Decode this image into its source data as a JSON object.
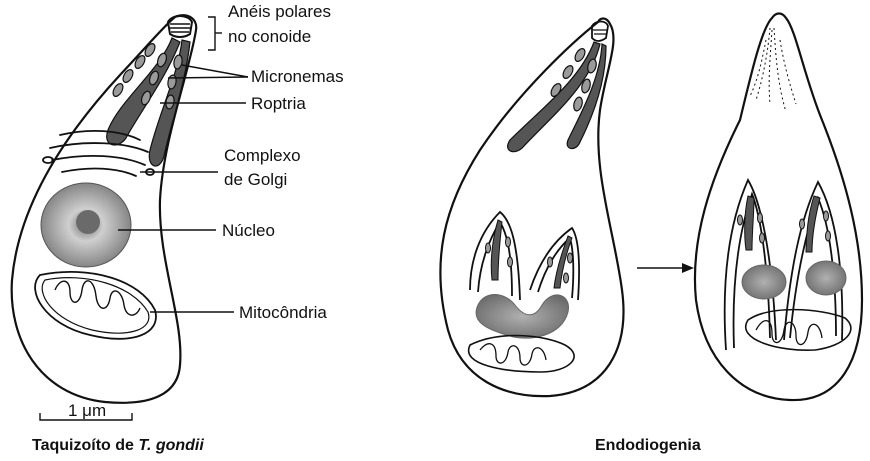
{
  "labels": {
    "polar_rings_line1": "Anéis polares",
    "polar_rings_line2": "no conoide",
    "micronemes": "Micronemas",
    "rhoptry": "Roptria",
    "golgi_line1": "Complexo",
    "golgi_line2": "de Golgi",
    "nucleus": "Núcleo",
    "mitochondrion": "Mitocôndria"
  },
  "scale_bar": {
    "label": "1 μm"
  },
  "captions": {
    "left_prefix": "Taquizoíto de ",
    "left_species": "T. gondii",
    "right": "Endodiogenia"
  },
  "colors": {
    "outline": "#111111",
    "rhoptry_fill": "#555555",
    "microneme_fill": "#9a9a9a",
    "nucleus_fill": "#8a8a8a",
    "arrow": "#111111"
  }
}
